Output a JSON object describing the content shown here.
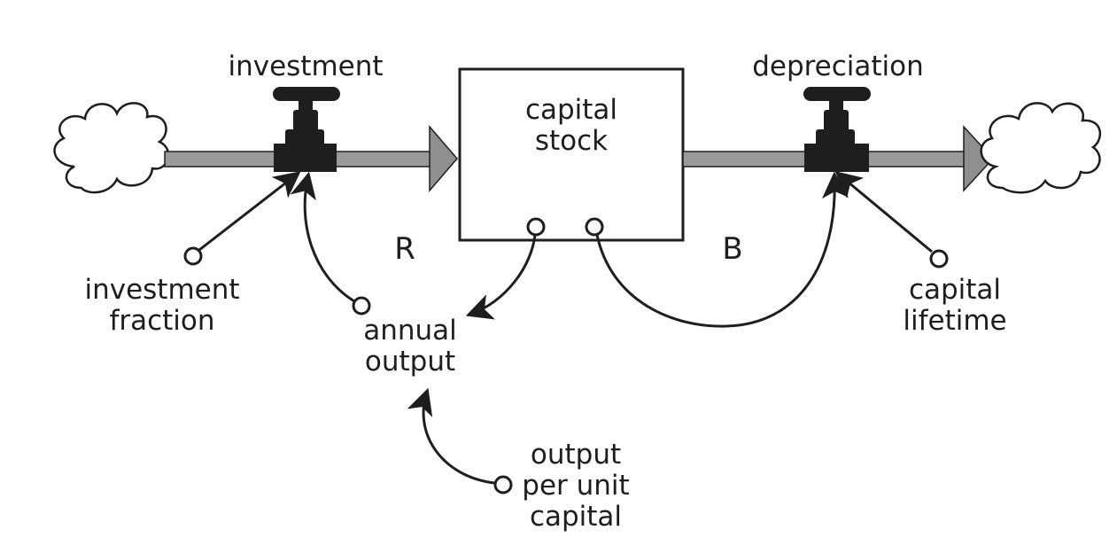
{
  "diagram": {
    "flows": {
      "investment": "investment",
      "depreciation": "depreciation"
    },
    "stock": {
      "line1": "capital",
      "line2": "stock"
    },
    "variables": {
      "investment_fraction": {
        "line1": "investment",
        "line2": "fraction"
      },
      "annual_output": {
        "line1": "annual",
        "line2": "output"
      },
      "output_per_unit_capital": {
        "line1": "output",
        "line2": "per unit",
        "line3": "capital"
      },
      "capital_lifetime": {
        "line1": "capital",
        "line2": "lifetime"
      }
    },
    "loops": {
      "reinforcing": "R",
      "balancing": "B"
    },
    "colors": {
      "ink": "#1e1e1e",
      "pipe": "#9a9a9a",
      "arrowhead": "#8f8f8f",
      "background": "#ffffff"
    }
  }
}
